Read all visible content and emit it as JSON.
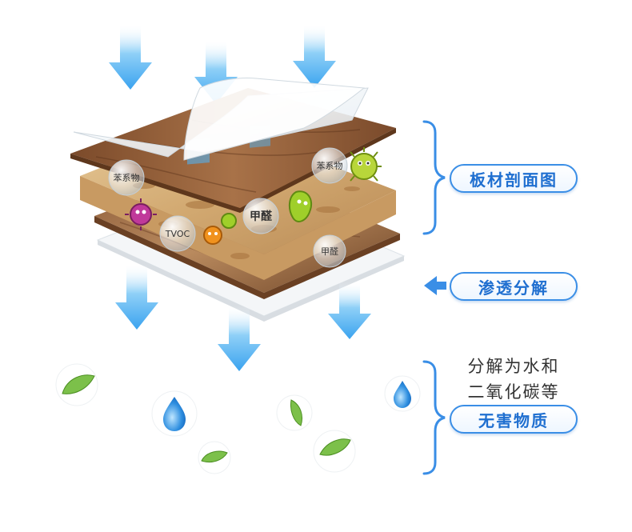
{
  "labels": {
    "benxi_top": "苯系物",
    "benxi_left": "苯系物",
    "tvoc": "TVOC",
    "jiaquan_center": "甲醛",
    "jiaquan_right": "甲醛"
  },
  "callouts": {
    "section_view": "板材剖面图",
    "penetrate": "渗透分解",
    "decompose_line1": "分解为水和",
    "decompose_line2": "二氧化碳等",
    "harmless": "无害物质"
  },
  "colors": {
    "accent_blue": "#3a8ee6",
    "arrow_blue": "#5fb6f2",
    "wood_dark": "#8a5a36",
    "wood_light": "#b07a4c",
    "particle_board": "#d8b98a",
    "bacteria_green": "#8fc31f",
    "bacteria_purple": "#b0308c",
    "bacteria_orange": "#f08a1c"
  },
  "icons": [
    "down-arrow-icon",
    "left-arrow-icon",
    "bracket-icon",
    "leaf-icon",
    "water-drop-icon",
    "bacteria-icon",
    "bubble-icon"
  ]
}
